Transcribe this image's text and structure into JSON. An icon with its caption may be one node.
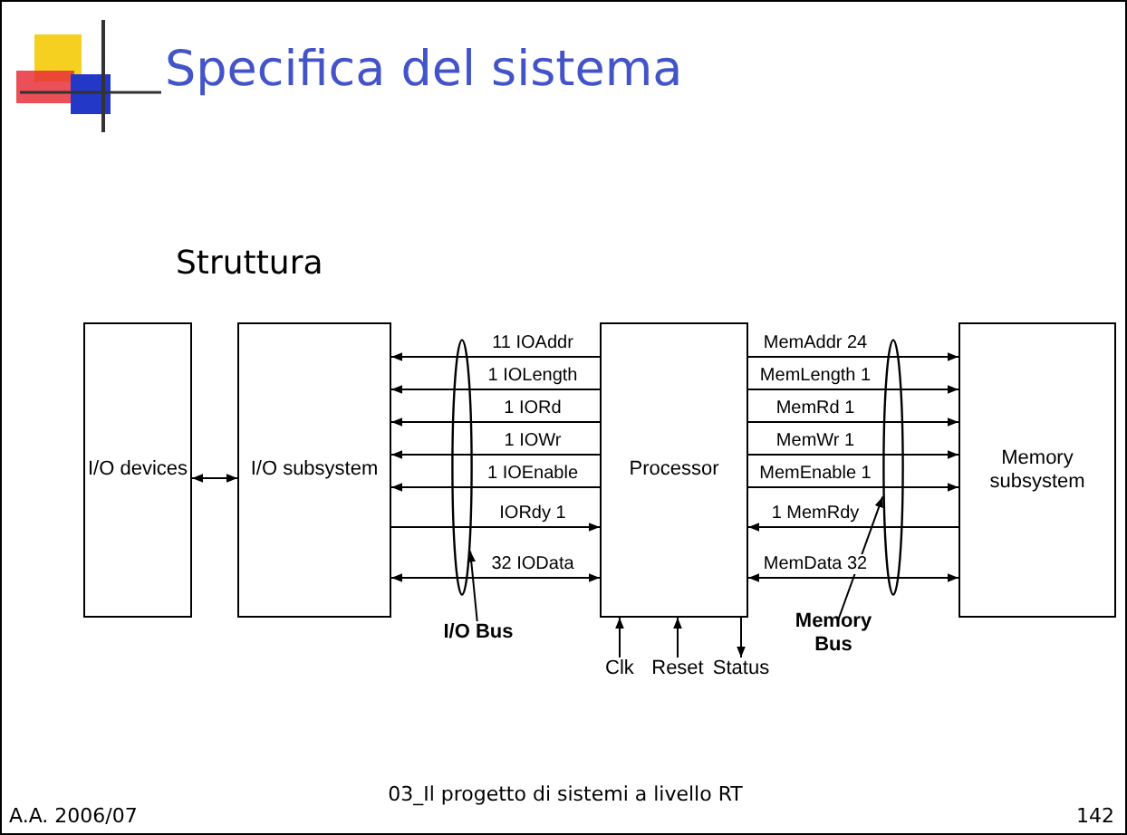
{
  "diagram": {
    "title": "Specifica del sistema",
    "nodes": [
      {
        "text": [
          "I/O devices"
        ]
      },
      {
        "text": [
          "I/O subsystem"
        ]
      },
      {
        "text": [
          "Processor"
        ]
      },
      {
        "text": [
          "Memory subsystem"
        ]
      },
      {
        "text": [
          "Clk"
        ]
      },
      {
        "text": [
          "Reset"
        ]
      },
      {
        "text": [
          "Status"
        ]
      },
      {
        "text": [],
        "shape": "ellipse"
      },
      {
        "text": [
          "I/O Bus"
        ]
      },
      {
        "text": [],
        "shape": "ellipse"
      },
      {
        "text": [
          "Memory Bus"
        ]
      }
    ],
    "edges": [
      {
        "from": 0,
        "to": 1,
        "arrow": "both"
      },
      {
        "from": 2,
        "to": 1,
        "arrow": "to",
        "label": "11 IOAddr"
      },
      {
        "from": 2,
        "to": 1,
        "arrow": "to",
        "label": "1 IOLength"
      },
      {
        "from": 2,
        "to": 1,
        "arrow": "to",
        "label": "1 IORd"
      },
      {
        "from": 2,
        "to": 1,
        "arrow": "to",
        "label": "1 IOWr"
      },
      {
        "from": 2,
        "to": 1,
        "arrow": "to",
        "label": "1 IOEnable"
      },
      {
        "from": 1,
        "to": 2,
        "arrow": "to",
        "label": "IORdy 1"
      },
      {
        "from": 1,
        "to": 2,
        "arrow": "both",
        "label": "32 IOData"
      },
      {
        "from": 2,
        "to": 3,
        "arrow": "to",
        "label": "MemAddr 24"
      },
      {
        "from": 2,
        "to": 3,
        "arrow": "to",
        "label": "MemLength 1"
      },
      {
        "from": 2,
        "to": 3,
        "arrow": "to",
        "label": "MemRd 1"
      },
      {
        "from": 2,
        "to": 3,
        "arrow": "to",
        "label": "MemWr 1"
      },
      {
        "from": 2,
        "to": 3,
        "arrow": "to",
        "label": "MemEnable 1"
      },
      {
        "from": 3,
        "to": 2,
        "arrow": "to",
        "label": "1 MemRdy"
      },
      {
        "from": 2,
        "to": 3,
        "arrow": "both",
        "label": "MemData 32"
      },
      {
        "from": 4,
        "to": 2,
        "arrow": "to"
      },
      {
        "from": 5,
        "to": 2,
        "arrow": "to"
      },
      {
        "from": 2,
        "to": 6,
        "arrow": "to"
      },
      {
        "from": 8,
        "to": 7,
        "arrow": "to"
      },
      {
        "from": 10,
        "to": 9,
        "arrow": "to"
      }
    ],
    "labels": [
      "Struttura",
      "A.A. 2006/07",
      "03_Il progetto di sistemi a livello RT",
      "142"
    ]
  }
}
